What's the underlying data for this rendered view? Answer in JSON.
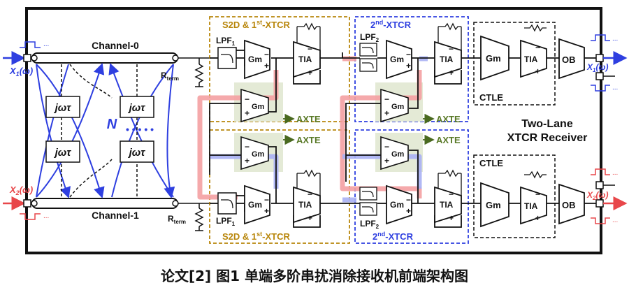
{
  "caption": "论文[2] 图1 单端多阶串扰消除接收机前端架构图",
  "channels": {
    "top": "Channel-0",
    "bottom": "Channel-1"
  },
  "inputs": {
    "x1": "X",
    "x1_sub": "1",
    "x1_tail": "(ω)",
    "x2": "X",
    "x2_sub": "2",
    "x2_tail": "(ω)"
  },
  "coupling": {
    "label": "jωτ",
    "n": "N",
    "dots": "• • • • •"
  },
  "term": {
    "r": "R",
    "r_sub": "term"
  },
  "lpf1": {
    "t": "LPF",
    "s": "1"
  },
  "lpf2": {
    "t": "LPF",
    "s": "2"
  },
  "blocks": {
    "gm": "Gm",
    "tia": "TIA",
    "ob": "OB",
    "ctle": "CTLE",
    "axte": "AXTE"
  },
  "stage1": {
    "pre": "S2D & 1",
    "sup": "st",
    "post": "-XTCR"
  },
  "stage2": {
    "pre": "2",
    "sup": "nd",
    "post": "-XTCR"
  },
  "receiver": {
    "l1": "Two-Lane",
    "l2": "XTCR Receiver"
  },
  "signs": {
    "plus": "+",
    "minus": "−"
  },
  "colors": {
    "red": "#e8474a",
    "blue": "#2e3fe0",
    "gold": "#b8860b",
    "axte_bg": "#e4ead6",
    "pink": "#f4a0a2",
    "lavender": "#a8b0f4"
  }
}
